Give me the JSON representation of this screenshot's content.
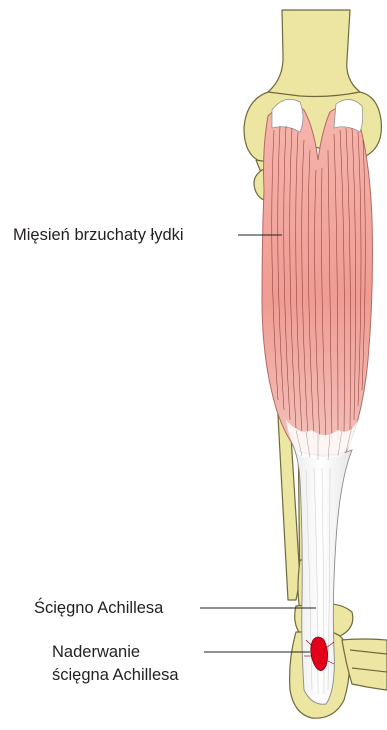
{
  "labels": {
    "gastrocnemius": "Mięsień brzuchaty łydki",
    "achilles_tendon": "Ścięgno Achillesa",
    "tear_line1": "Naderwanie",
    "tear_line2": "ścięgna Achillesa"
  },
  "colors": {
    "bone_fill": "#ece6a2",
    "bone_stroke": "#6e6a3c",
    "muscle_fill": "#f0a39b",
    "muscle_fiber": "#7a2a28",
    "tendon_fill": "#f7f7f7",
    "tear_color": "#e3001b",
    "leader_line": "#231f20"
  }
}
